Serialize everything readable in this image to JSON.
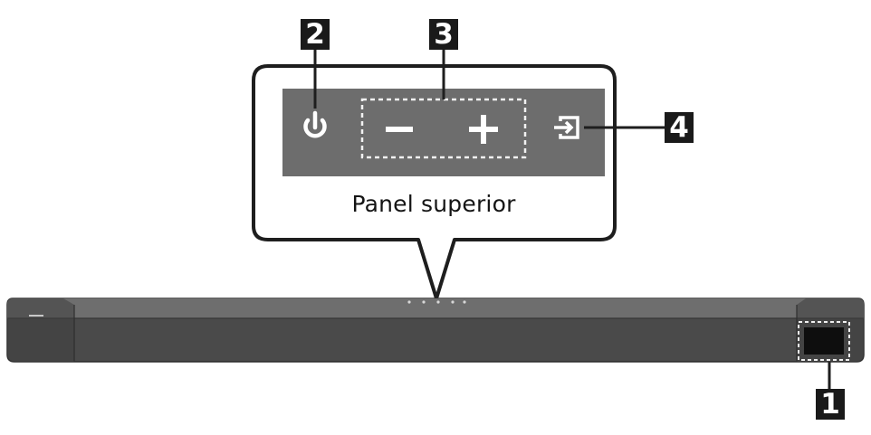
{
  "callout": {
    "title": "Panel superior"
  },
  "markers": {
    "m1": "1",
    "m2": "2",
    "m3": "3",
    "m4": "4"
  },
  "controls": [
    {
      "id": "power",
      "icon": "power-icon"
    },
    {
      "id": "volume-down",
      "icon": "minus-icon"
    },
    {
      "id": "volume-up",
      "icon": "plus-icon"
    },
    {
      "id": "source",
      "icon": "source-input-icon"
    }
  ],
  "colors": {
    "panel": "#6b6b6b",
    "bar_body": "#5a5a5a",
    "badge": "#1a1a1a"
  }
}
